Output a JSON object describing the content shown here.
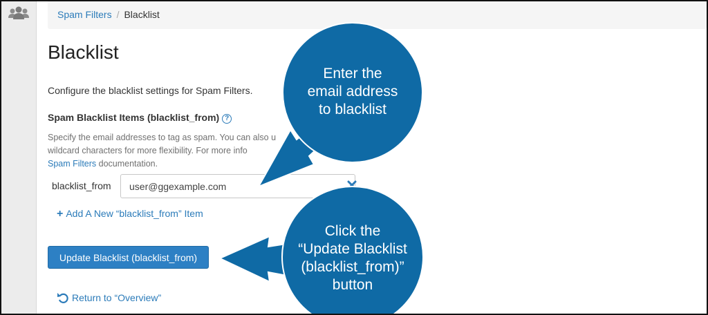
{
  "breadcrumb": {
    "parent": "Spam Filters",
    "separator": "/",
    "current": "Blacklist"
  },
  "page": {
    "title": "Blacklist",
    "intro": "Configure the blacklist settings for Spam Filters."
  },
  "section": {
    "label": "Spam Blacklist Items (blacklist_from)",
    "help_glyph": "?",
    "desc_line1": "Specify the email addresses to tag as spam. You can also u",
    "desc_line2": "wildcard characters for more flexibility. For more info",
    "desc_link": "Spam Filters",
    "desc_tail": " documentation."
  },
  "field": {
    "label": "blacklist_from",
    "value": "user@ggexample.com"
  },
  "add_link": {
    "plus": "+",
    "label": "Add A New “blacklist_from” Item"
  },
  "update_button": {
    "label": "Update Blacklist (blacklist_from)"
  },
  "return_link": {
    "label": "Return to “Overview”"
  },
  "callouts": {
    "enter": {
      "line1": "Enter the",
      "line2": "email address",
      "line3": "to blacklist"
    },
    "click": {
      "line1": "Click the",
      "line2": "“Update Blacklist",
      "line3": "(blacklist_from)”",
      "line4": "button"
    }
  },
  "colors": {
    "link": "#2b7bb9",
    "button": "#2d80c4",
    "callout": "#0f6aa5",
    "sidebar": "#ececec"
  },
  "icons": {
    "sidebar": "users-icon",
    "help": "question-circle-icon",
    "remove": "close-icon",
    "add": "plus-icon",
    "return": "undo-icon"
  }
}
